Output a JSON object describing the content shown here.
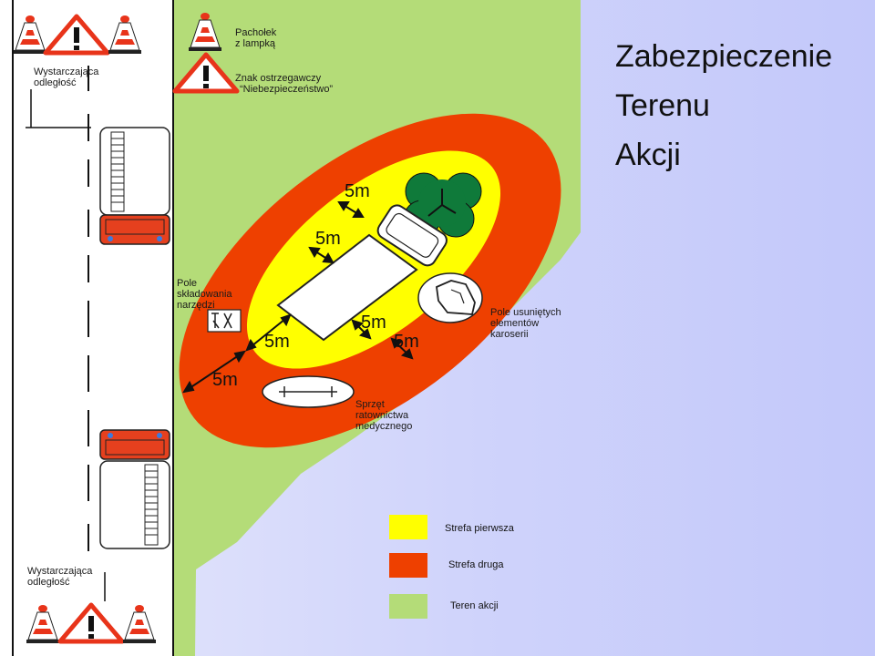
{
  "title": {
    "line1": "Zabezpieczenie",
    "line2": "Terenu",
    "line3": "Akcji"
  },
  "labels": {
    "sufficient_distance_top": [
      "Wystarczająca",
      "odległość"
    ],
    "sufficient_distance_bottom": [
      "Wystarczająca",
      "odległość"
    ],
    "cone_legend": [
      "Pachołek",
      "z lampką"
    ],
    "sign_legend": [
      "Znak ostrzegawczy",
      "“Niebezpieczeństwo”"
    ],
    "tool_storage": [
      "Pole",
      "składowania",
      "narzędzi"
    ],
    "removed_parts": [
      "Pole usuniętych",
      "elementów",
      "karoserii"
    ],
    "medical_equipment": [
      "Sprzęt",
      "ratownictwa",
      "medycznego"
    ]
  },
  "distances": {
    "d1": "5m",
    "d2": "5m",
    "d3": "5m",
    "d4": "5m",
    "d5": "5m",
    "d6": "5m"
  },
  "legend": [
    {
      "label": "Strefa pierwsza",
      "color": "#ffff00"
    },
    {
      "label": "Strefa druga",
      "color": "#ee4000"
    },
    {
      "label": "Teren akcji",
      "color": "#b4dc78"
    }
  ],
  "colors": {
    "zone_one": "#ffff00",
    "zone_two": "#ee4000",
    "action_area": "#b4dc78",
    "tree": "#0f7a3a",
    "cone": "#e8341a",
    "fire_truck": "#e5401e",
    "road": "#ffffff"
  },
  "icons": [
    "traffic-cone-icon",
    "warning-sign-icon",
    "fire-truck-icon",
    "tree-icon",
    "car-icon",
    "stretcher-icon",
    "tools-icon",
    "car-body-part-icon"
  ]
}
